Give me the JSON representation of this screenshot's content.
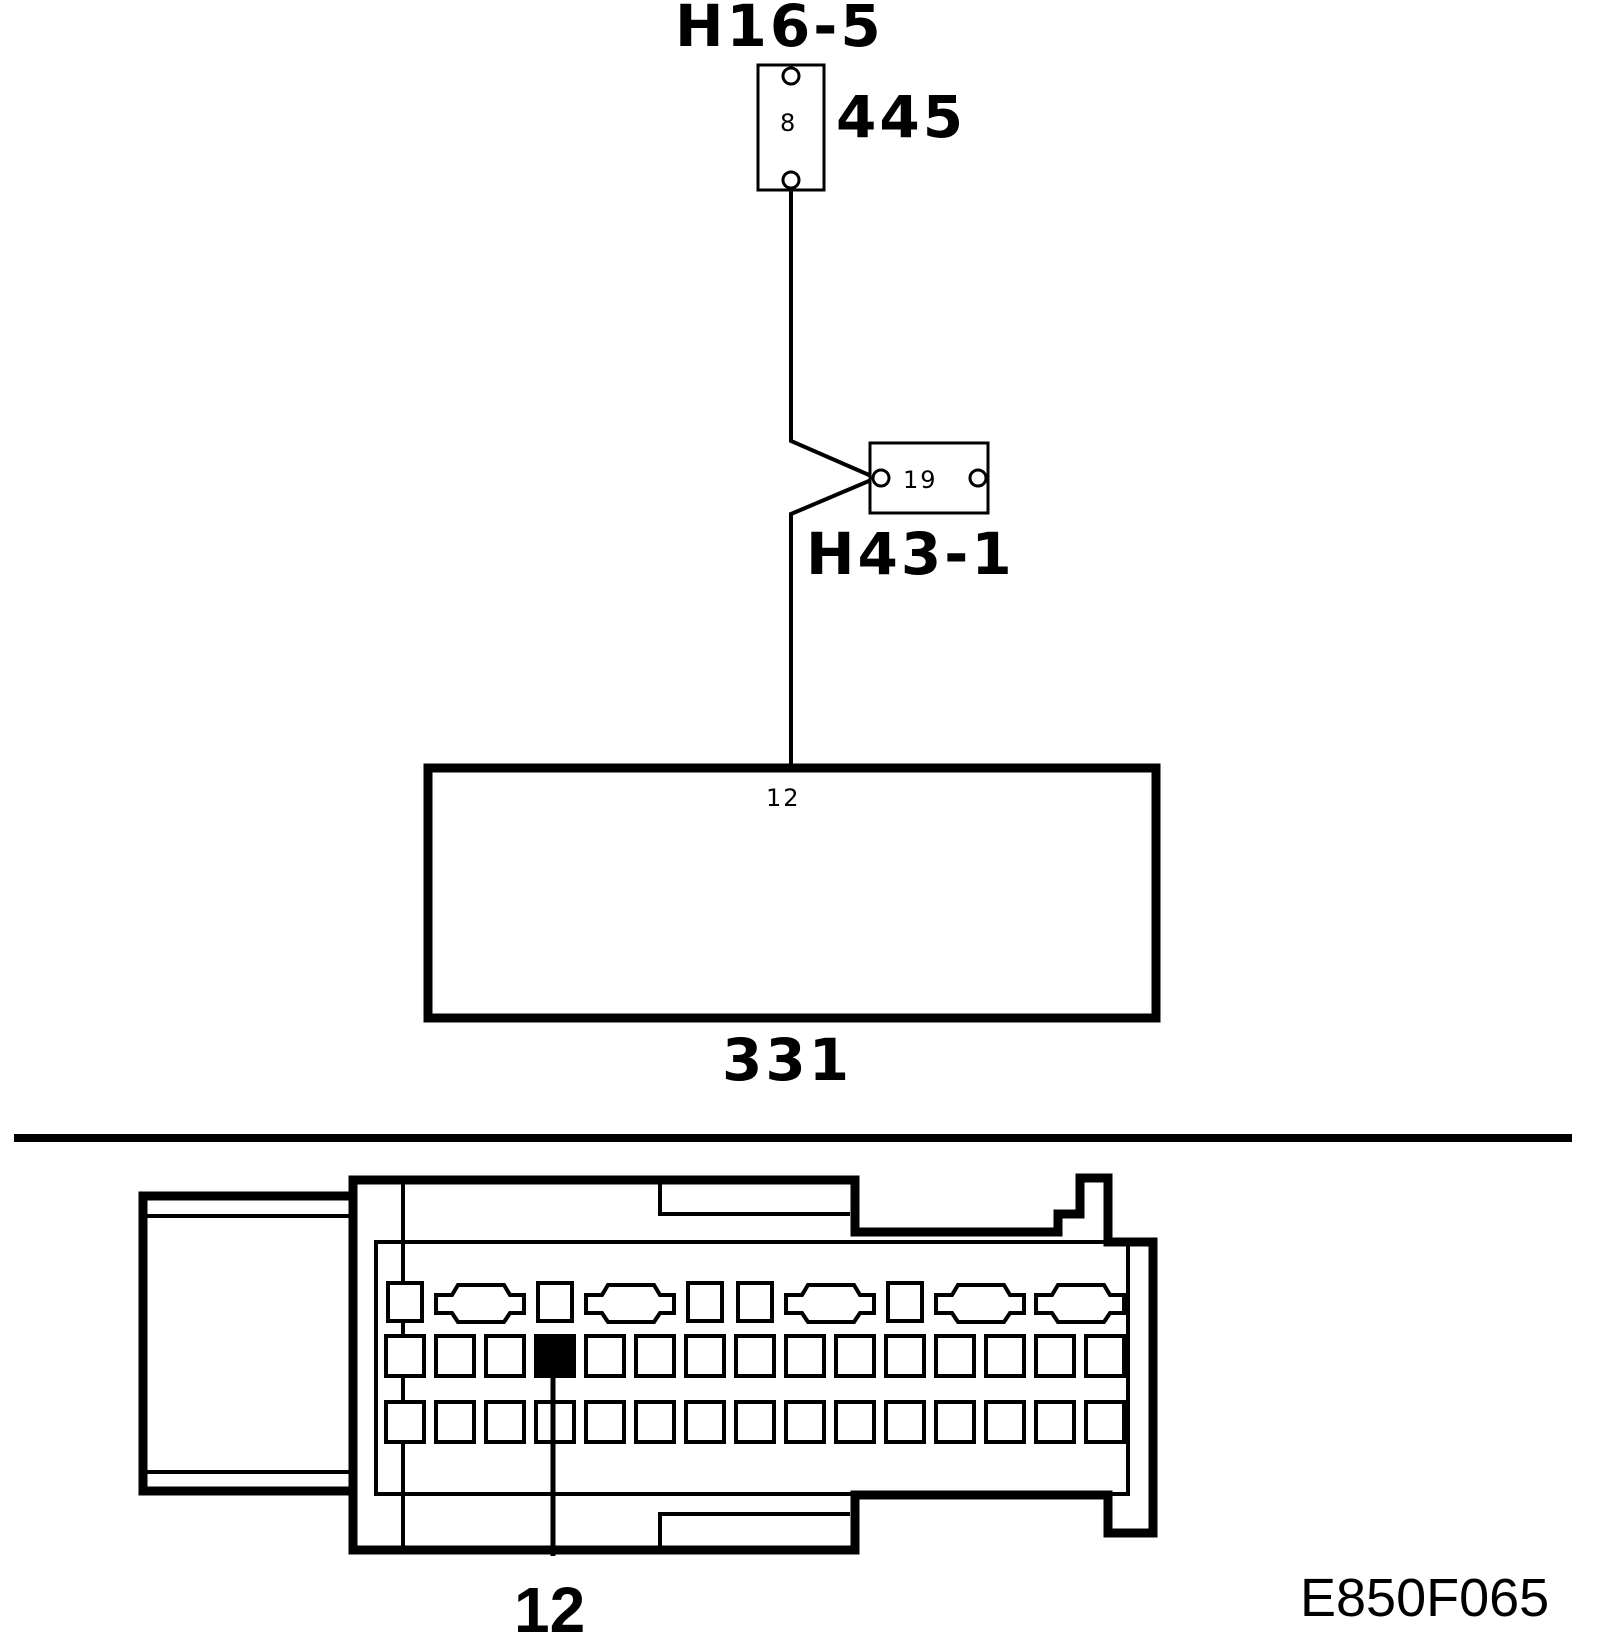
{
  "top_connector": {
    "id": "H16-5",
    "pin": "8",
    "wire": "445"
  },
  "mid_connector": {
    "id": "H43-1",
    "pin": "19"
  },
  "module": {
    "id": "331",
    "pin": "12"
  },
  "connector_face": {
    "highlighted_pin": "12"
  },
  "figure_code": "E850F065"
}
